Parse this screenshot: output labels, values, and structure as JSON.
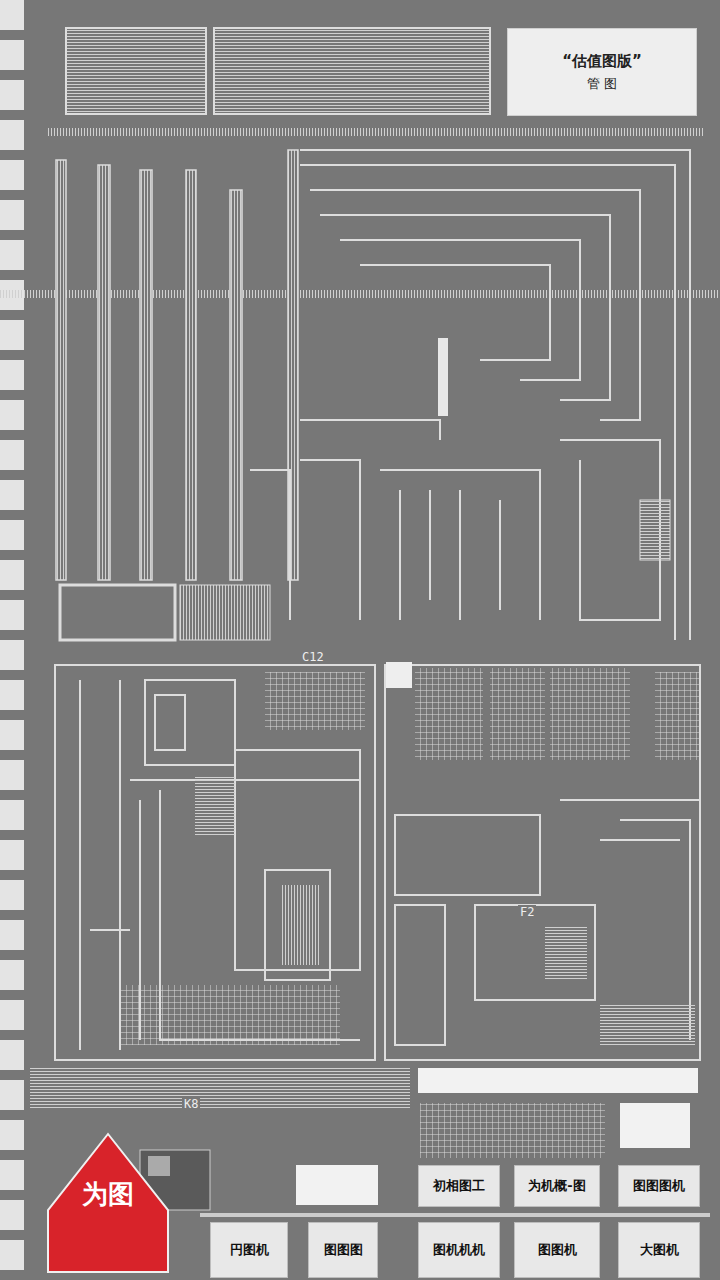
{
  "diagram": {
    "nodes": [
      {
        "text": [
          "“估值图版”",
          "管 图"
        ]
      },
      {
        "text": [
          "初相图工"
        ]
      },
      {
        "text": [
          "为机概-图"
        ]
      },
      {
        "text": [
          "图图图机"
        ]
      },
      {
        "text": [
          "円图机"
        ]
      },
      {
        "text": [
          "图图图"
        ]
      },
      {
        "text": [
          "图机机机"
        ]
      },
      {
        "text": [
          "图图机"
        ]
      },
      {
        "text": [
          "大图机"
        ]
      },
      {
        "text": [
          "为图"
        ]
      }
    ],
    "labels": [
      "C12",
      "K8",
      "F2"
    ]
  }
}
